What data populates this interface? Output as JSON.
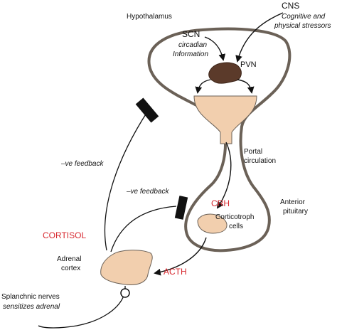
{
  "labels": {
    "hypothalamus": "Hypothalamus",
    "cns": "CNS",
    "stressors_1": "Cognitive and",
    "stressors_2": "physical stressors",
    "scn": "SCN",
    "scn_info_1": "circadian",
    "scn_info_2": "Information",
    "pvn": "PVN",
    "portal_1": "Portal",
    "portal_2": "circulation",
    "crh": "CRH",
    "anterior_1": "Anterior",
    "anterior_2": "pituitary",
    "corticotroph_1": "Corticotroph",
    "corticotroph_2": "cells",
    "feedback_upper": "–ve feedback",
    "feedback_lower": "–ve feedback",
    "cortisol": "CORTISOL",
    "adrenal_1": "Adrenal",
    "adrenal_2": "cortex",
    "acth": "ACTH",
    "splanchnic_1": "Splanchnic nerves",
    "splanchnic_2": "sensitizes adrenal"
  },
  "colors": {
    "outline": "#6b6157",
    "tissue_fill": "#f2cfae",
    "pvn_fill": "#5b3a2a",
    "hormone_red": "#d7282f",
    "inhibitor": "#111111"
  }
}
